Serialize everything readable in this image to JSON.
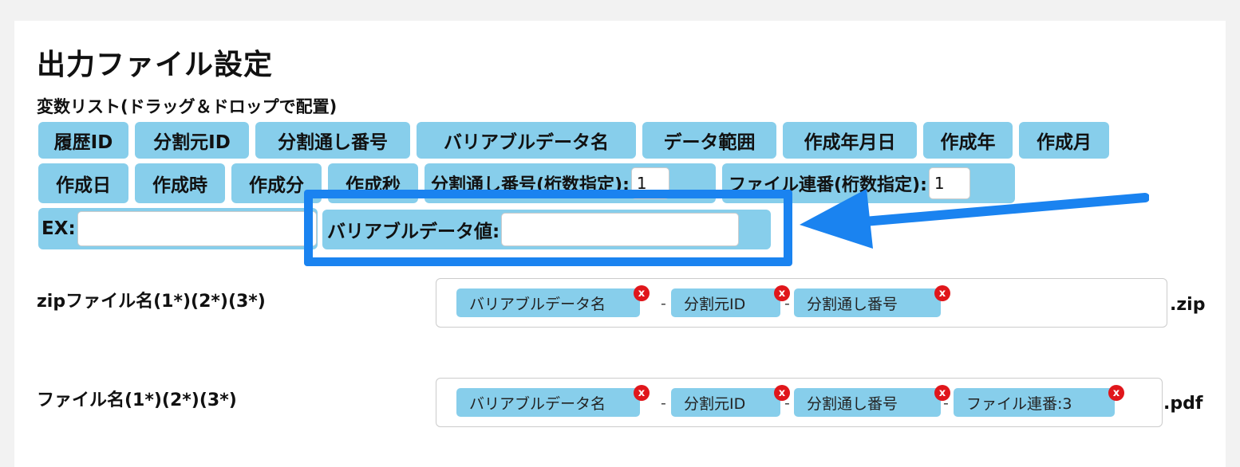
{
  "section": {
    "title": "出力ファイル設定",
    "variable_list_label": "変数リスト(ドラッグ＆ドロップで配置)"
  },
  "variables": {
    "row1": [
      "履歴ID",
      "分割元ID",
      "分割通し番号",
      "バリアブルデータ名",
      "データ範囲",
      "作成年月日",
      "作成年",
      "作成月"
    ],
    "row2": [
      "作成日",
      "作成時",
      "作成分",
      "作成秒"
    ],
    "digit_serial_label": "分割通し番号(桁数指定):",
    "digit_serial_value": "1",
    "file_serial_label": "ファイル連番(桁数指定):",
    "file_serial_value": "1",
    "ex_label": "EX:",
    "ex_value": "",
    "variable_value_label": "バリアブルデータ値:",
    "variable_value_value": ""
  },
  "zip": {
    "label": "zipファイル名(1*)(2*)(3*)",
    "tags": [
      "バリアブルデータ名",
      "分割元ID",
      "分割通し番号"
    ],
    "separator": "-",
    "remove_glyph": "x",
    "extension": ".zip"
  },
  "file": {
    "label": "ファイル名(1*)(2*)(3*)",
    "tags": [
      "バリアブルデータ名",
      "分割元ID",
      "分割通し番号",
      "ファイル連番:3"
    ],
    "separator": "-",
    "remove_glyph": "x",
    "extension": ".pdf"
  },
  "colors": {
    "chip": "#87ceeb",
    "highlight": "#1a83f0",
    "remove": "#e0161b"
  }
}
